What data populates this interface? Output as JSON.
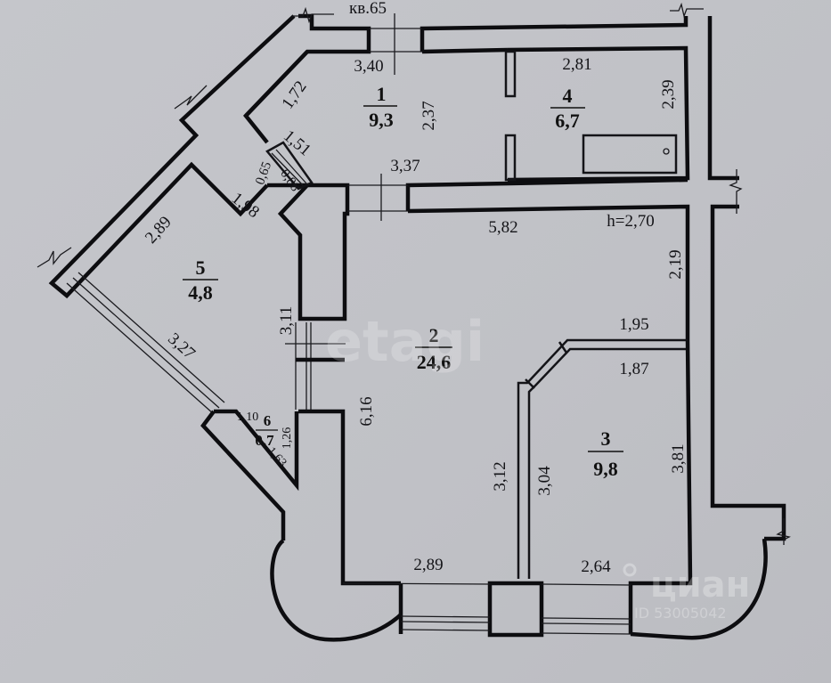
{
  "plan": {
    "apartment_label": "кв.65",
    "ceiling_height": "h=2,70",
    "rooms": [
      {
        "number": "1",
        "area": "9,3"
      },
      {
        "number": "2",
        "area": "24,6"
      },
      {
        "number": "3",
        "area": "9,8"
      },
      {
        "number": "4",
        "area": "6,7"
      },
      {
        "number": "5",
        "area": "4,8"
      },
      {
        "number": "6",
        "area": "0,7"
      }
    ],
    "dimensions": {
      "r1_top": "3,40",
      "r1_diag": "1,72",
      "r1_right": "2,37",
      "r1_bottom_diag": "1,51",
      "r1_bottom": "3,37",
      "r4_top": "2,81",
      "r4_right": "2,39",
      "r5_outer": "2,89",
      "r5_top": "1,98",
      "r5_window": "3,27",
      "r5_right": "3,11",
      "closet_a": "0,65",
      "closet_b": "0,88",
      "r2_top": "5,82",
      "r2_right": "2,19",
      "r2_left": "6,16",
      "r2_bottom": "2,89",
      "r3_top_outer": "1,95",
      "r3_top_inner": "1,87",
      "r3_left_outer": "3,12",
      "r3_left_inner": "3,04",
      "r3_right": "3,81",
      "r3_bottom": "2,64",
      "r6_top": "1,10",
      "r6_right": "1,26",
      "r6_diag": "1,63"
    }
  },
  "watermarks": {
    "etagi": "etagi",
    "cian": "циан",
    "cian_id": "ID 53005042"
  }
}
